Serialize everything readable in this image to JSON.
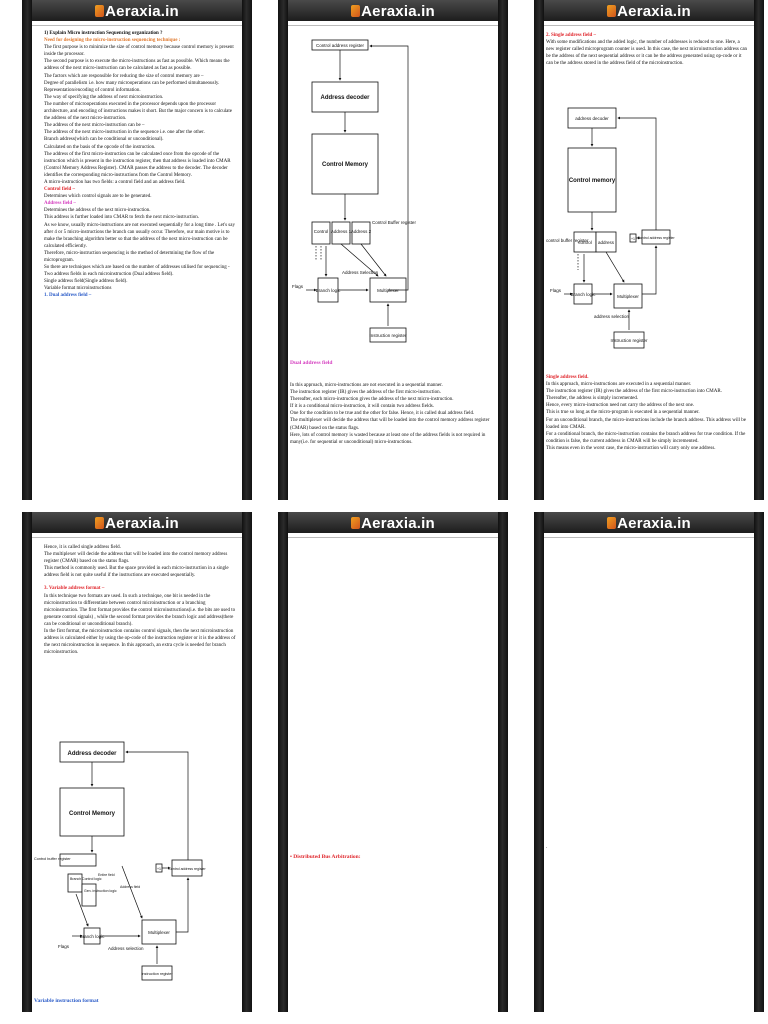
{
  "brand": "Aeraxia.in",
  "page1": {
    "lines": [
      {
        "t": "1)   Explain Micro instruction Sequencing organization ?",
        "c": "bold"
      },
      {
        "t": "Need for designing the micro-instruction sequencing technique :",
        "c": "orange"
      },
      {
        "t": "The first purpose is to minimize the size of control memory because control memory is present inside the processor.",
        "c": ""
      },
      {
        "t": "The second purpose is to execute the micro-instructions as fast as possible. Which means the address of the next micro-instruction can be calculated as fast as possible.",
        "c": ""
      },
      {
        "t": "The factors which are responsible for reducing the size of control memory are –",
        "c": ""
      },
      {
        "t": "Degree of parallelism i.e. how many microoperations can be performed simultaneously.",
        "c": ""
      },
      {
        "t": "Representation/encoding of control information.",
        "c": ""
      },
      {
        "t": "The way of specifying the address of next microinstruction.",
        "c": ""
      },
      {
        "t": "The number of microoperations executed in the processor depends upon the processor architecture, and encoding of instructions makes it short. But the major concern is to calculate the address of the next micro-instruction.",
        "c": ""
      },
      {
        "t": "The address of the next micro-instruction can be –",
        "c": ""
      },
      {
        "t": "The address of the next micro-instruction in the sequence i.e. one after the other.",
        "c": ""
      },
      {
        "t": "Branch address(which can be conditional or unconditional).",
        "c": ""
      },
      {
        "t": "Calculated on the basis of the opcode of the instruction.",
        "c": ""
      },
      {
        "t": " The address of the first micro-instruction can be calculated once from the opcode of the instruction which is present in the instruction register, then that address is loaded into CMAR (Control Memory Address Register). CMAR passes the address to the decoder. The decoder identifies the corresponding micro-instructions from the Control Memory.",
        "c": ""
      },
      {
        "t": "A micro-instruction has two fields: a control field and an address field.",
        "c": ""
      },
      {
        "t": "Control field –",
        "c": "red"
      },
      {
        "t": "Determines which control signals are to be generated.",
        "c": ""
      },
      {
        "t": "Address field –",
        "c": "magenta"
      },
      {
        "t": "Determines the address of the next micro-instruction.",
        "c": ""
      },
      {
        "t": "This address is further loaded into CMAR to fetch the next micro-instruction.",
        "c": ""
      },
      {
        "t": "As we know, usually micro-instructions are not executed sequentially for a long time . Let's say after 4 or 5 micro-instructions the branch can usually occur. Therefore, our main motive is to make the branching algorithm better so that the address of the next micro-instruction can be calculated efficiently.",
        "c": ""
      },
      {
        "t": "Therefore, micro-instruction sequencing is the method of determining the flow of the microprogram.",
        "c": ""
      },
      {
        "t": "So there are techniques which are based on the number of addresses utilised for sequencing -",
        "c": ""
      },
      {
        "t": " Two address fields in each microinstruction (Dual address field).",
        "c": ""
      },
      {
        "t": "Single address field(Single address field).",
        "c": ""
      },
      {
        "t": "Variable format microinstructions",
        "c": ""
      },
      {
        "t": "1. Dual address field –",
        "c": "blue"
      }
    ]
  },
  "page2": {
    "diagram": {
      "cmar": "Control address register",
      "decoder": "Address decoder",
      "memory": "Control Memory",
      "control": "Control",
      "address1": "Address 1",
      "address2": "Address 2",
      "buffer": "Control Buffer register",
      "flags": "Flags",
      "branch": "Branch logic",
      "selection": "Address Selection",
      "mux": "Multiplexer",
      "ir": "Instruction register"
    },
    "caption": "Dual address field",
    "lines": [
      {
        "t": "In this approach, micro-instructions are not executed in a sequential manner.",
        "c": ""
      },
      {
        "t": "The instruction register (IR) gives the address of the first micro-instruction.",
        "c": ""
      },
      {
        "t": "Thereafter, each micro-instruction gives the address of the next micro-instruction.",
        "c": ""
      },
      {
        "t": "If it is a conditional micro-instruction, it will contain two address fields.",
        "c": ""
      },
      {
        "t": "One for the condition to be true and the other for false. Hence, it is called dual address field.",
        "c": ""
      },
      {
        "t": "The multiplexer will decide the address that will be loaded into the control memory address register (CMAR) based on the status flags.",
        "c": ""
      },
      {
        "t": "Here, lots of control memory is wasted because at least one of the address fields is not required in many(i.e. for sequential or unconditional) micro-instructions.",
        "c": ""
      }
    ]
  },
  "page3": {
    "heading": "2. Single address field –",
    "intro": "With some modifications and the added logic, the number of addresses is reduced to one. Here, a new register called microprogram counter is used. In this case, the next microinstruction address can be the address of the next sequential address or it can be the address generated using op-code or it can be the address stored in the address field of the microinstruction.",
    "diagram": {
      "decoder": "address decoder",
      "memory": "Control memory",
      "buffer": "control buffer register",
      "control": "control",
      "address": "address",
      "plus": "+1",
      "cmar": "Control address register",
      "flags": "Flags",
      "branch": "Branch logic",
      "mux": "Multiplexer",
      "selection": "address selection",
      "ir": "Instruction register"
    },
    "subheading": "Single address field.",
    "lines": [
      {
        "t": "In this approach, micro-instructions are executed in a sequential manner.",
        "c": ""
      },
      {
        "t": "The instruction register (IR) gives the address of the first micro-instruction into CMAR.",
        "c": ""
      },
      {
        "t": "Thereafter, the address is simply incremented.",
        "c": ""
      },
      {
        "t": "Hence, every micro-instruction need not carry the address of the next one.",
        "c": ""
      },
      {
        "t": "This is true so long as the micro-program is executed in a sequential manner.",
        "c": ""
      },
      {
        "t": "For an unconditional branch, the micro-instructions include the branch address. This address will be loaded into CMAR.",
        "c": ""
      },
      {
        "t": "For a conditional branch, the micro-instruction contains the branch address for true condition. If the condition is false, the current address in CMAR will be simply incremented.",
        "c": ""
      },
      {
        "t": "This means even in the worst case, the micro-instruction will carry only one address.",
        "c": ""
      }
    ]
  },
  "page4": {
    "lines": [
      {
        "t": "Hence, it is called single address field.",
        "c": ""
      },
      {
        "t": "The multiplexer will decide the address that will be loaded into the control memory address register (CMAR) based on the status flags.",
        "c": ""
      },
      {
        "t": "This method is commonly used. But the space provided in each micro-instruction in a single address field is not quite useful if the instructions are executed sequentially.",
        "c": ""
      }
    ],
    "heading": "3. Variable address format –",
    "lines2": [
      {
        "t": "In this technique two formats are used. In such a technique, one bit is needed in the microinstruction to differentiate between control microinstruction or a branching microinstruction. The first format provides the control microinstructions(i.e. the bits are used to generate control signals) , while the second format provides the branch logic and address(there can be conditional or unconditional branch).",
        "c": ""
      },
      {
        "t": "In the first format, the microinstruction contains control signals, then the next microinstruction address is calculated either by using the op-code of the instruction register or it is the address of the next microinstruction in sequence. In this approach, an extra cycle is needed for branch microinstruction.",
        "c": ""
      }
    ],
    "diagram": {
      "decoder": "Address decoder",
      "memory": "Control Memory",
      "buffer": "Control buffer register",
      "branchctl": "Branch Control logic",
      "entire": "Entire field",
      "gen": "Gen. instruction logic",
      "addrfield": "Address field",
      "plus": "+1",
      "cmar": "Control address register",
      "flags": "Flags",
      "branch": "Branch logic",
      "selection": "Address selection",
      "mux": "Multiplexer",
      "ir": "Instruction register"
    },
    "caption": "Variable instruction format"
  },
  "page5": {
    "caption": "• Distributed Bus Arbitration:"
  },
  "page6": {
    "mark": "."
  }
}
